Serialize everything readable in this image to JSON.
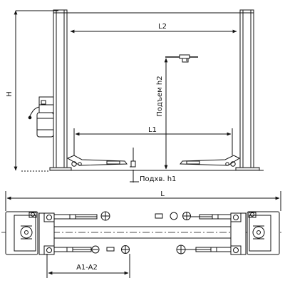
{
  "labels": {
    "l2": "L2",
    "h": "H",
    "h2": "Подъем h2",
    "l1": "L1",
    "h1": "Подхв. h1",
    "l": "L",
    "a1a2": "A1-A2"
  }
}
